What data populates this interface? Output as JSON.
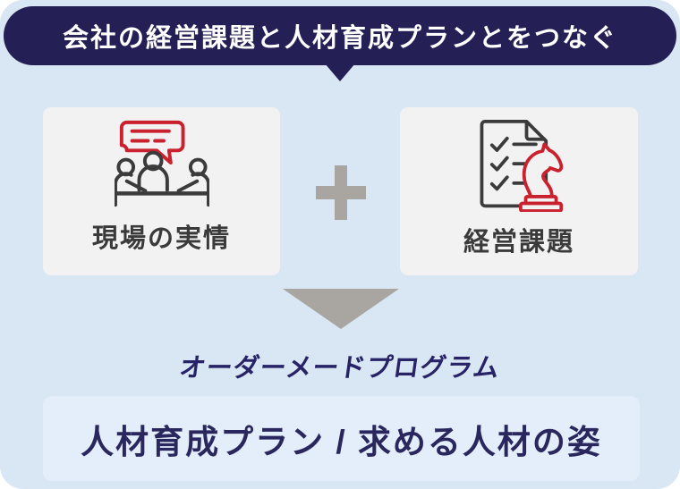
{
  "banner": {
    "label": "会社の経営課題と人材育成プランとをつなぐ"
  },
  "cards": {
    "left": {
      "label": "現場の実情",
      "icon": "meeting-icon"
    },
    "plus": {
      "icon": "plus-icon"
    },
    "right": {
      "label": "経営課題",
      "icon": "checklist-knight-icon"
    }
  },
  "flow": {
    "arrow_icon": "down-arrow-icon"
  },
  "program": {
    "label": "オーダーメードプログラム"
  },
  "result": {
    "label": "人材育成プラン / 求める人材の姿"
  },
  "colors": {
    "background": "#d9e6f3",
    "banner_navy": "#241f55",
    "navy_text": "#272366",
    "card_bg": "#f2f2f2",
    "result_card_bg": "#e3eefa",
    "icon_gray": "#3b3b3b",
    "icon_red": "#c9212e",
    "connector_gray": "#a9a5a0"
  }
}
